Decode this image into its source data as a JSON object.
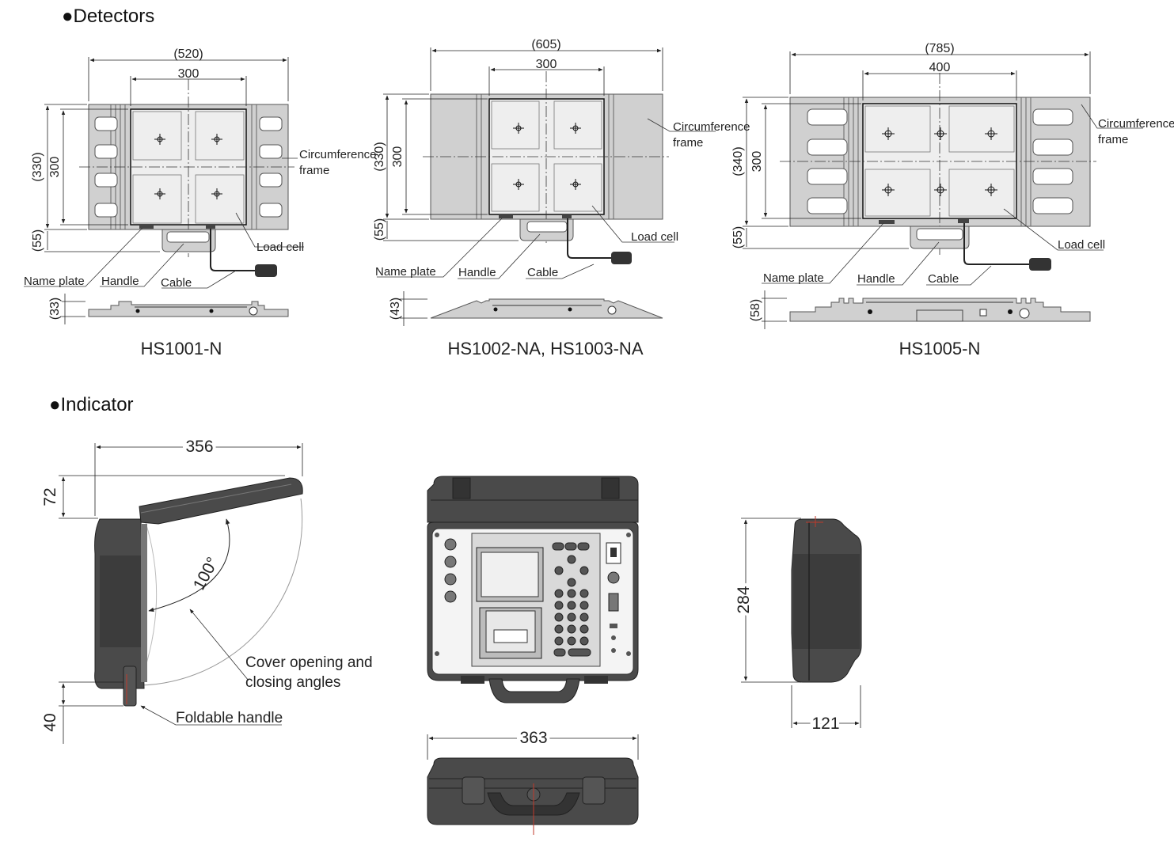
{
  "sections": {
    "detectors": "●Detectors",
    "indicator": "●Indicator"
  },
  "detectors": [
    {
      "model": "HS1001-N",
      "dims": {
        "overall_width": "(520)",
        "plate_width": "300",
        "overall_height": "(330)",
        "plate_height": "300",
        "handle_depth": "(55)",
        "thickness": "(33)"
      },
      "labels": {
        "frame_line1": "Circumference",
        "frame_line2": "frame",
        "load_cell": "Load cell",
        "name_plate": "Name plate",
        "handle": "Handle",
        "cable": "Cable"
      }
    },
    {
      "model": "HS1002-NA, HS1003-NA",
      "dims": {
        "overall_width": "(605)",
        "plate_width": "300",
        "overall_height": "(330)",
        "plate_height": "300",
        "handle_depth": "(55)",
        "thickness": "(43)"
      },
      "labels": {
        "frame_line1": "Circumference",
        "frame_line2": "frame",
        "load_cell": "Load cell",
        "name_plate": "Name plate",
        "handle": "Handle",
        "cable": "Cable"
      }
    },
    {
      "model": "HS1005-N",
      "dims": {
        "overall_width": "(785)",
        "plate_width": "400",
        "overall_height": "(340)",
        "plate_height": "300",
        "handle_depth": "(55)",
        "thickness": "(58)"
      },
      "labels": {
        "frame_line1": "Circumference",
        "frame_line2": "frame",
        "load_cell": "Load cell",
        "name_plate": "Name plate",
        "handle": "Handle",
        "cable": "Cable"
      }
    }
  ],
  "indicator": {
    "side_width": "356",
    "cover_height": "72",
    "handle_height": "40",
    "angle": "100°",
    "cover_label_line1": "Cover opening and",
    "cover_label_line2": "closing angles",
    "handle_label": "Foldable handle",
    "front_width": "363",
    "height": "284",
    "depth": "121"
  },
  "colors": {
    "frame": "#d0d0d0",
    "plate": "#eeeeee",
    "case": "#4a4a4a"
  }
}
